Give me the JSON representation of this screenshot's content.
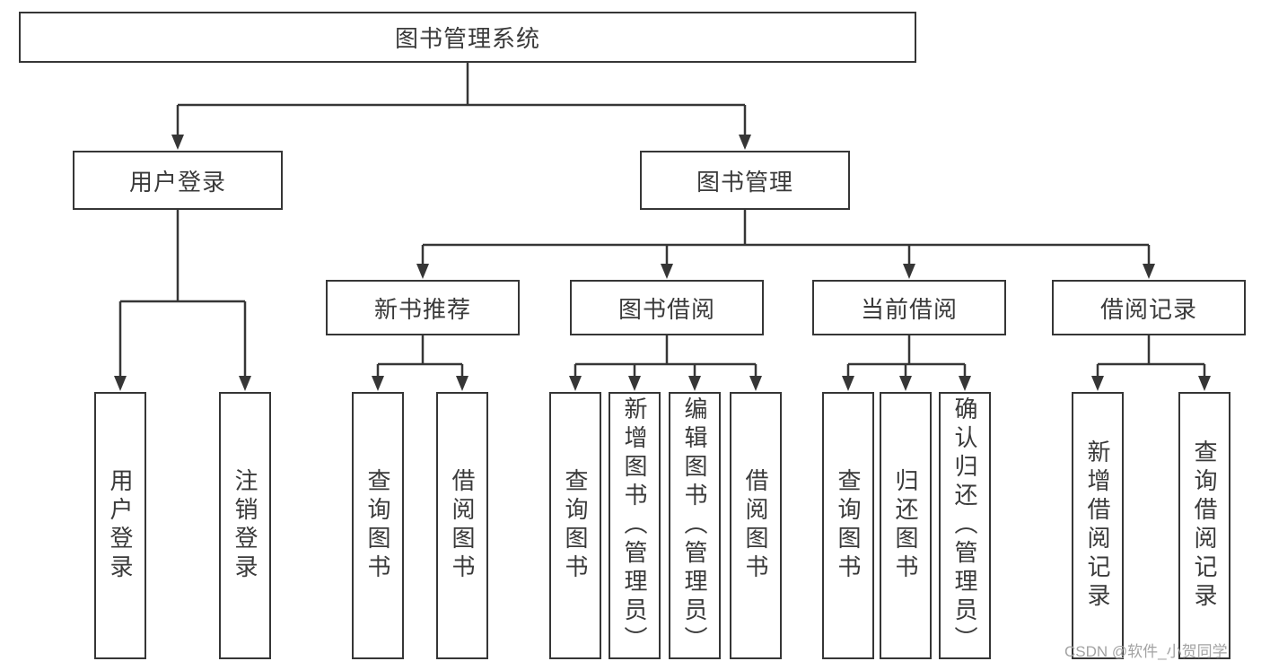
{
  "diagram": {
    "type": "hierarchy-tree",
    "tree": {
      "label": "图书管理系统",
      "children": [
        {
          "label": "用户登录",
          "children": [
            {
              "label": "用户登录"
            },
            {
              "label": "注销登录"
            }
          ]
        },
        {
          "label": "图书管理",
          "children": [
            {
              "label": "新书推荐",
              "children": [
                {
                  "label": "查询图书"
                },
                {
                  "label": "借阅图书"
                }
              ]
            },
            {
              "label": "图书借阅",
              "children": [
                {
                  "label": "查询图书"
                },
                {
                  "label": "新增图书（管理员）"
                },
                {
                  "label": "编辑图书（管理员）"
                },
                {
                  "label": "借阅图书"
                }
              ]
            },
            {
              "label": "当前借阅",
              "children": [
                {
                  "label": "查询图书"
                },
                {
                  "label": "归还图书"
                },
                {
                  "label": "确认归还（管理员）"
                }
              ]
            },
            {
              "label": "借阅记录",
              "children": [
                {
                  "label": "新增借阅记录"
                },
                {
                  "label": "查询借阅记录"
                }
              ]
            }
          ]
        }
      ]
    },
    "colors": {
      "line": "#363636",
      "box_border": "#363636",
      "box_fill": "#ffffff",
      "text": "#3a3a3a",
      "watermark": "#a3a3a3"
    }
  },
  "watermark": {
    "text": "CSDN @软件_小贺同学"
  }
}
